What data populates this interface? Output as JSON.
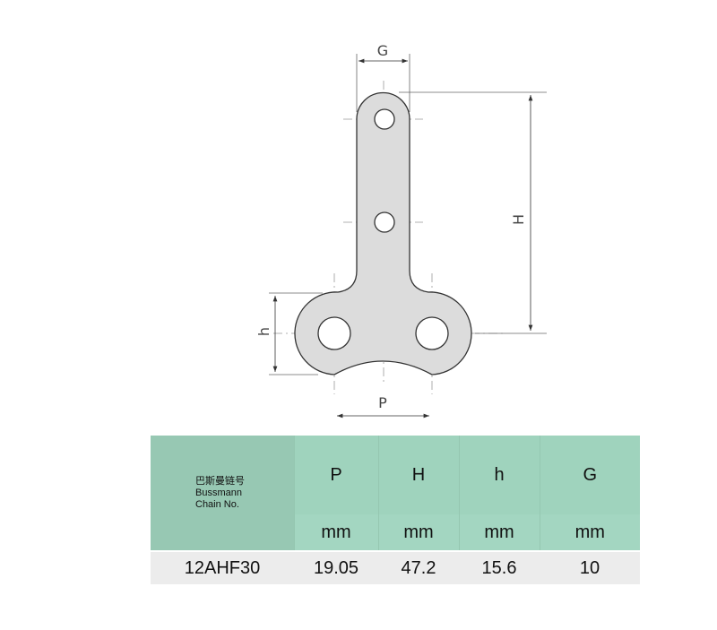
{
  "diagram": {
    "dimension_labels": {
      "G": "G",
      "H": "H",
      "h": "h",
      "P": "P"
    },
    "plate_color": "#dcdcdc"
  },
  "table": {
    "name_header": {
      "cn": "巴斯曼链号",
      "en1": "Bussmann",
      "en2": "Chain No."
    },
    "columns": [
      "P",
      "H",
      "h",
      "G"
    ],
    "units": [
      "mm",
      "mm",
      "mm",
      "mm"
    ],
    "rows": [
      {
        "name": "12AHF30",
        "values": [
          "19.05",
          "47.2",
          "15.6",
          "10"
        ]
      }
    ]
  }
}
